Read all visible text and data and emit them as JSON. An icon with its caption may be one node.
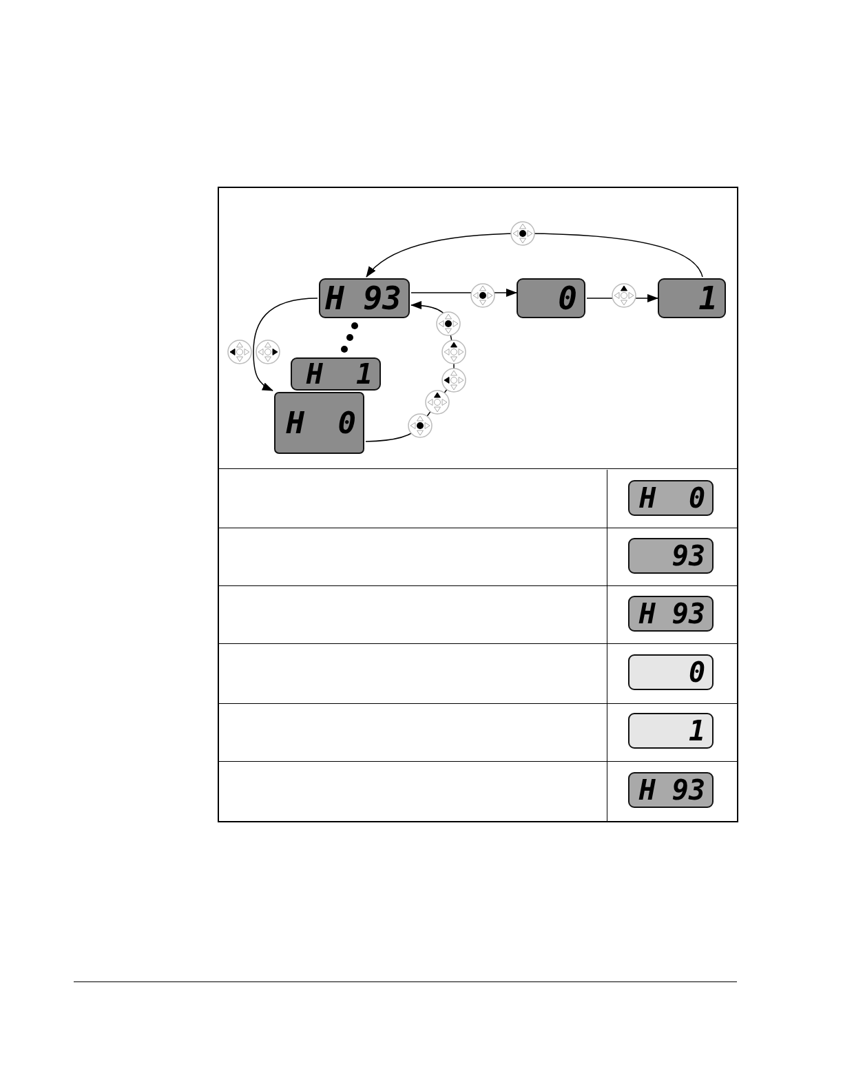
{
  "diagram": {
    "nodes": [
      {
        "text": [
          "H 93"
        ]
      },
      {
        "text": [
          "0"
        ]
      },
      {
        "text": [
          "1"
        ]
      },
      {
        "text": [
          "H 1"
        ]
      },
      {
        "text": [
          "H 0"
        ]
      },
      {
        "text": [
          "H 0"
        ]
      },
      {
        "text": [
          "93"
        ]
      },
      {
        "text": [
          "H 93"
        ]
      },
      {
        "text": [
          "0"
        ]
      },
      {
        "text": [
          "1"
        ]
      },
      {
        "text": [
          "H 93"
        ]
      }
    ],
    "edges": [
      {
        "from": 0,
        "to": 1,
        "arrow": "to"
      },
      {
        "from": 1,
        "to": 2,
        "arrow": "to"
      },
      {
        "from": 2,
        "to": 0,
        "arrow": "to"
      },
      {
        "from": 0,
        "to": 4,
        "arrow": "to"
      },
      {
        "from": 4,
        "to": 0,
        "arrow": "to"
      }
    ]
  }
}
